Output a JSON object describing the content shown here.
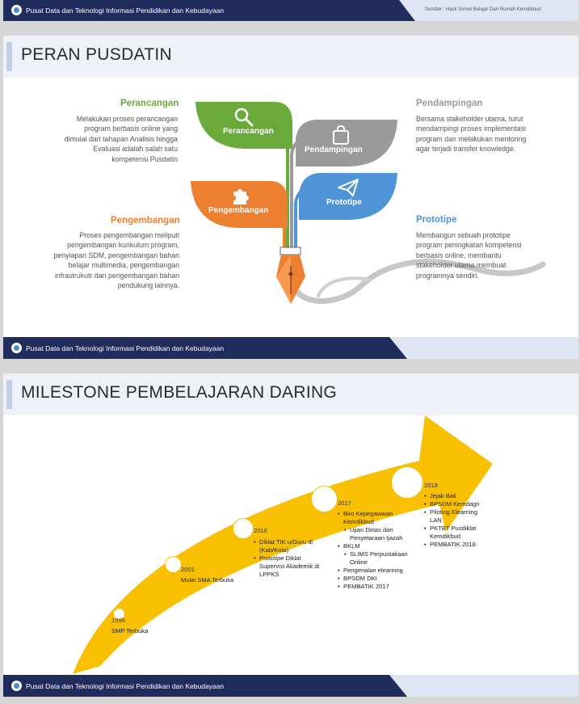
{
  "header": {
    "title": "Pusat Data dan Teknologi Informasi Pendidikan dan Kebudayaan",
    "source": "Sumber : Hasil Survei Belajar Dari Rumah Kemdikbud"
  },
  "slide1": {
    "title": "PERAN PUSDATIN",
    "sections": {
      "perancangan": {
        "heading": "Perancangan",
        "lines": [
          "Melakukan proses perancangan",
          "program berbasis online yang",
          "dimulai dari tahapan Analisis hingga",
          "Evaluasi adalah salah satu",
          "kompetensi Pusdatin"
        ]
      },
      "pengembangan": {
        "heading": "Pengembangan",
        "lines": [
          "Proses pengembangan meliputi",
          "pengembangan kurikulum program,",
          "penyiapan SDM, pengembangan bahan",
          "belajar multimedia,  pengembangan",
          "infrastrukutr dan pengembangan bahan",
          "pendukung lainnya."
        ]
      },
      "pendampingan": {
        "heading": "Pendampingan",
        "lines": [
          "Bersama stakeholder utama, turut",
          "mendampingi proses implementasi",
          "program dan melakukan mentoring",
          "agar terjadi transfer knowledge."
        ]
      },
      "prototipe": {
        "heading": "Prototipe",
        "lines": [
          "Membangun sebuah prototipe",
          "program peningkatan kompetensi",
          "berbasis online, membantu",
          "stakeholder utama membuat",
          "programnya sendiri."
        ]
      }
    },
    "leaves": {
      "perancangan": "Perancangan",
      "pendampingan": "Pendampingan",
      "pengembangan": "Pengembangan",
      "prototipe": "Prototipe"
    },
    "colors": {
      "perancangan": "#6aaa3b",
      "pendampingan": "#9a9a9a",
      "pengembangan": "#ec7f30",
      "prototipe": "#4e94d6"
    },
    "icons": [
      "search-icon",
      "shopping-bag-icon",
      "puzzle-icon",
      "paper-plane-icon",
      "fountain-pen-nib-icon"
    ],
    "footer": "Pusat Data dan Teknologi Informasi Pendidikan dan Kebudayaan"
  },
  "slide2": {
    "title": "MILESTONE PEMBELAJARAN DARING",
    "milestones": [
      {
        "year": "1996",
        "items": [
          "SMP Terbuka"
        ]
      },
      {
        "year": "2001",
        "items": [
          "Mulai SMA Terbuka"
        ]
      },
      {
        "year": "2016",
        "items": [
          "Diklat TIK u/Guru di (Kab/Kota)",
          "Prototipe Diklat Supervisi Akademik di LPPKS"
        ]
      },
      {
        "year": "2017",
        "items": [
          "Biro Kepegawaian Kemdikbud",
          "Ujian Dinas dan Penyetaraan Ijazah",
          "BKLM",
          "SLIMS Perpustakaan Online",
          "Pengenalan elearning",
          "BPSDM DKI",
          "PEMBATIK 2017"
        ]
      },
      {
        "year": "2018",
        "items": [
          "Jejak Bali",
          "BPSDM Kemdagri",
          "Piloting Elearning LAN",
          "PKTBT Pusdiklat Kemdikbud",
          "PEMBATIK 2018"
        ]
      }
    ],
    "arrow_color": "#f8c000",
    "footer": "Pusat Data dan Teknologi Informasi Pendidikan dan Kebudayaan"
  }
}
